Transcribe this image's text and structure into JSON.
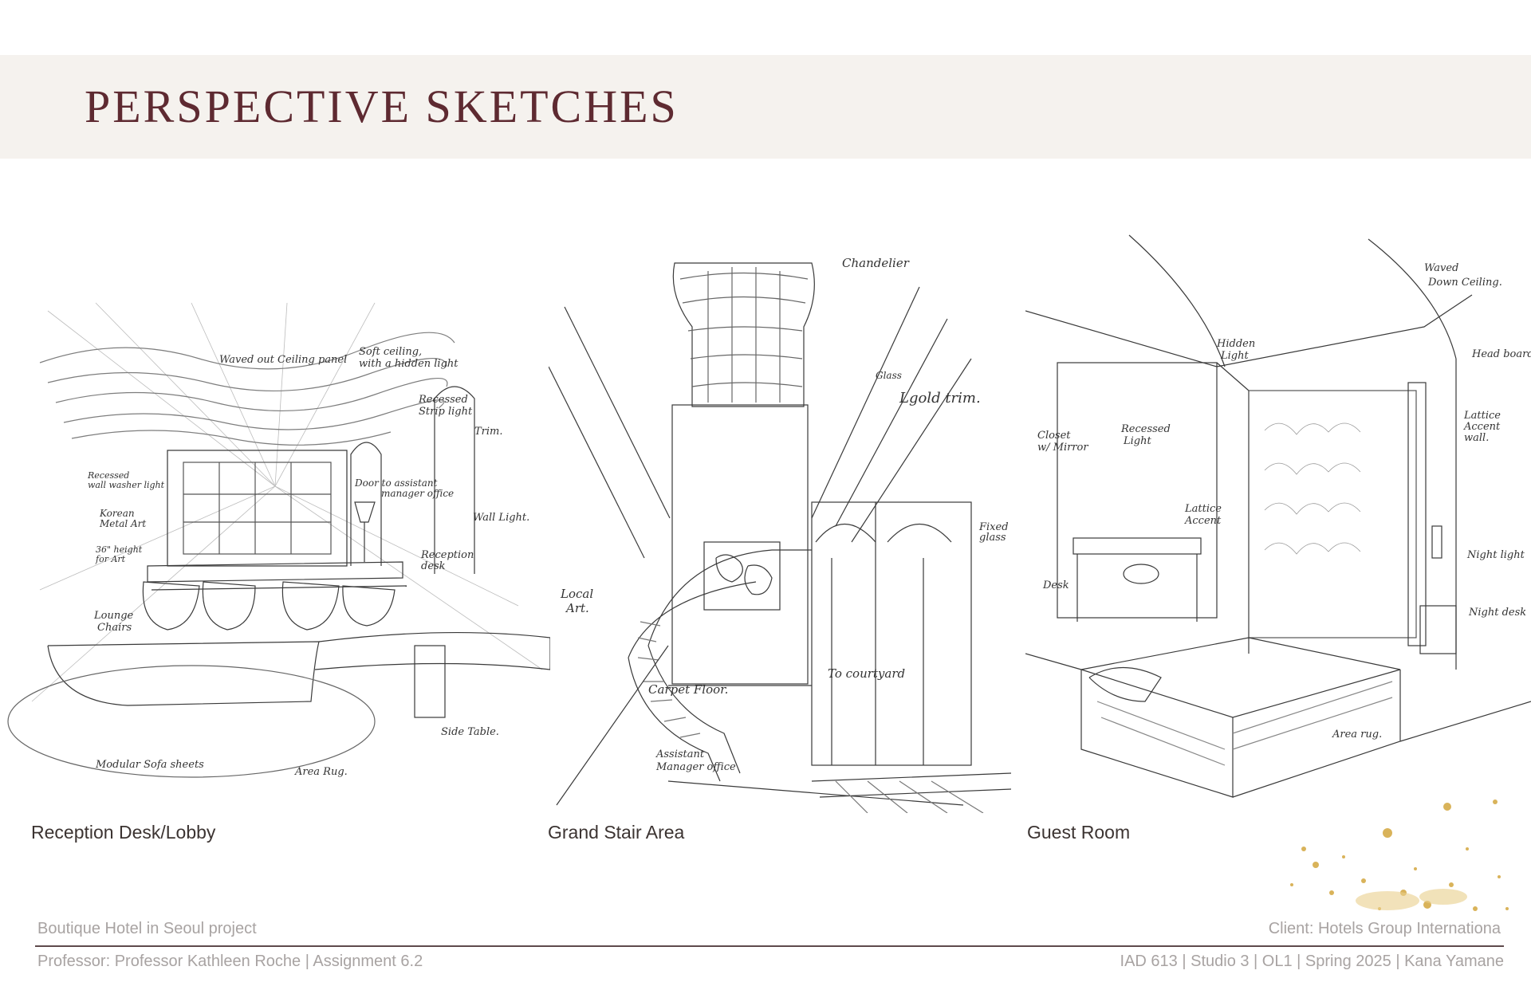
{
  "header": {
    "title": "PERSPECTIVE SKETCHES"
  },
  "sketches": [
    {
      "caption": "Reception Desk/Lobby",
      "notes": [
        "Waved out Ceiling panel",
        "Soft ceiling with a hidden light",
        "Recessed Strip light",
        "Trim.",
        "Recessed wall washer light",
        "Door to assistant manager office",
        "Wall Light.",
        "Korean Metal Art",
        "Reception desk",
        "36\" height for Art",
        "Lounge Chairs",
        "Side Table.",
        "Modular Sofa sheets",
        "Area Rug."
      ]
    },
    {
      "caption": "Grand Stair Area",
      "notes": [
        "Chandelier",
        "Glass",
        "gold trim",
        "Fixed glass",
        "Local Art.",
        "Carpet Floor.",
        "To courtyard",
        "Assistant Manager office"
      ]
    },
    {
      "caption": "Guest Room",
      "notes": [
        "Waved Down Ceiling",
        "Hidden Light",
        "Head board",
        "Closet w/ Mirror",
        "Recessed Light",
        "Lattice Accent wall",
        "Lattice Accent",
        "Desk",
        "Night light",
        "Night desk",
        "Area rug."
      ]
    }
  ],
  "footer": {
    "project": "Boutique Hotel in Seoul project",
    "client": "Client: Hotels Group Internationa",
    "professor": "Professor: Professor Kathleen Roche | Assignment 6.2",
    "course": "IAD 613 | Studio 3 | OL1 | Spring 2025 | Kana Yamane"
  },
  "colors": {
    "title": "#5e2a31",
    "band": "#f5f2ee",
    "caption": "#3c3432",
    "footer_text": "#a8a3a2",
    "rule": "#5e4a4c",
    "gold": "#d9b35a"
  }
}
